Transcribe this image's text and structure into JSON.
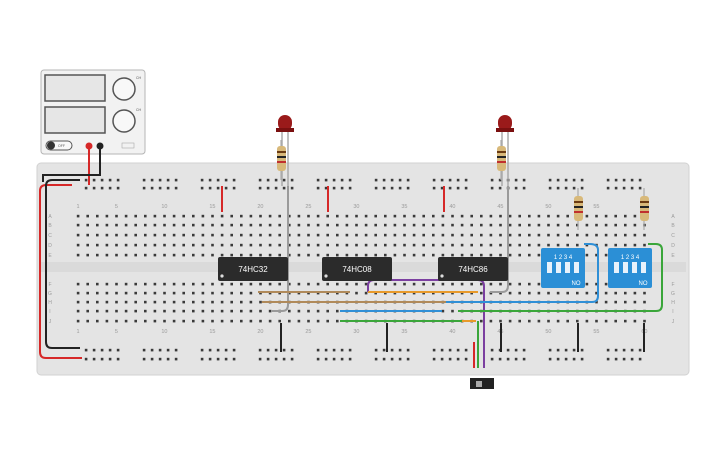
{
  "breadboard": {
    "column_numbers": [
      "1",
      "5",
      "10",
      "15",
      "20",
      "25",
      "30",
      "35",
      "40",
      "45",
      "50",
      "55",
      "60"
    ],
    "row_letters_top": [
      "A",
      "B",
      "C",
      "D",
      "E"
    ],
    "row_letters_bottom": [
      "F",
      "G",
      "H",
      "I",
      "J"
    ]
  },
  "chips": [
    {
      "label": "74HC32"
    },
    {
      "label": "74HC08"
    },
    {
      "label": "74HC86"
    }
  ],
  "dip_switches": [
    {
      "positions": "1 2 3 4",
      "state_label": "NO"
    },
    {
      "positions": "1 2 3 4",
      "state_label": "NO"
    }
  ],
  "power_supply": {
    "button_label": "OFF",
    "knob_labels": [
      "CH",
      "CH"
    ]
  },
  "colors": {
    "board": "#e6e6e6",
    "rail_red": "#d62828",
    "wire_black": "#222222",
    "wire_gray": "#9a9a9a",
    "wire_purple": "#7b3fa0",
    "wire_green": "#3aa63a",
    "wire_blue": "#2f8fd6",
    "wire_orange": "#e89a2a",
    "wire_brown": "#b08a5a",
    "chip": "#2b2b2b",
    "dip": "#2b8fd6",
    "led": "#a01818"
  }
}
